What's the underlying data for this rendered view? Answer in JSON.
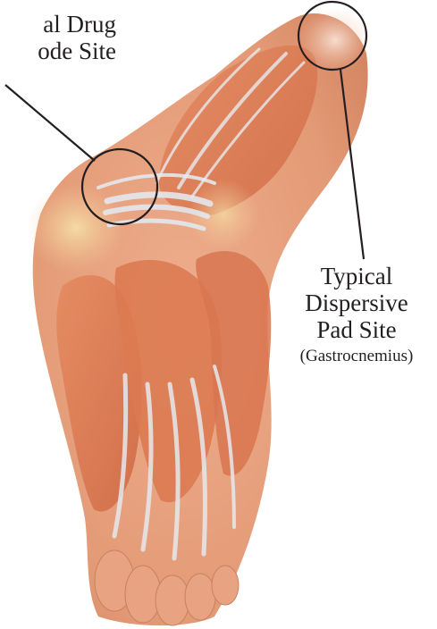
{
  "drug_site": {
    "line1": "al Drug",
    "line2": "ode Site"
  },
  "pad_site": {
    "line1": "Typical",
    "line2": "Dispersive",
    "line3": "Pad Site",
    "line4": "(Gastrocnemius)"
  },
  "colors": {
    "skin": "#e9a27f",
    "muscle": "#d9704a",
    "tendon": "#dfe4ec",
    "line": "#231f20"
  }
}
